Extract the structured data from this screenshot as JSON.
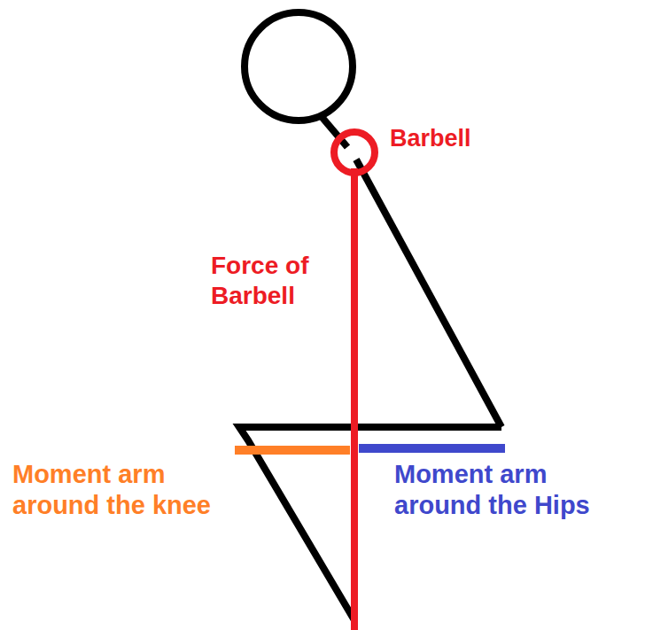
{
  "diagram": {
    "labels": [
      "Barbell",
      "Force of Barbell",
      "Moment arm around the knee",
      "Moment arm around the Hips"
    ]
  }
}
